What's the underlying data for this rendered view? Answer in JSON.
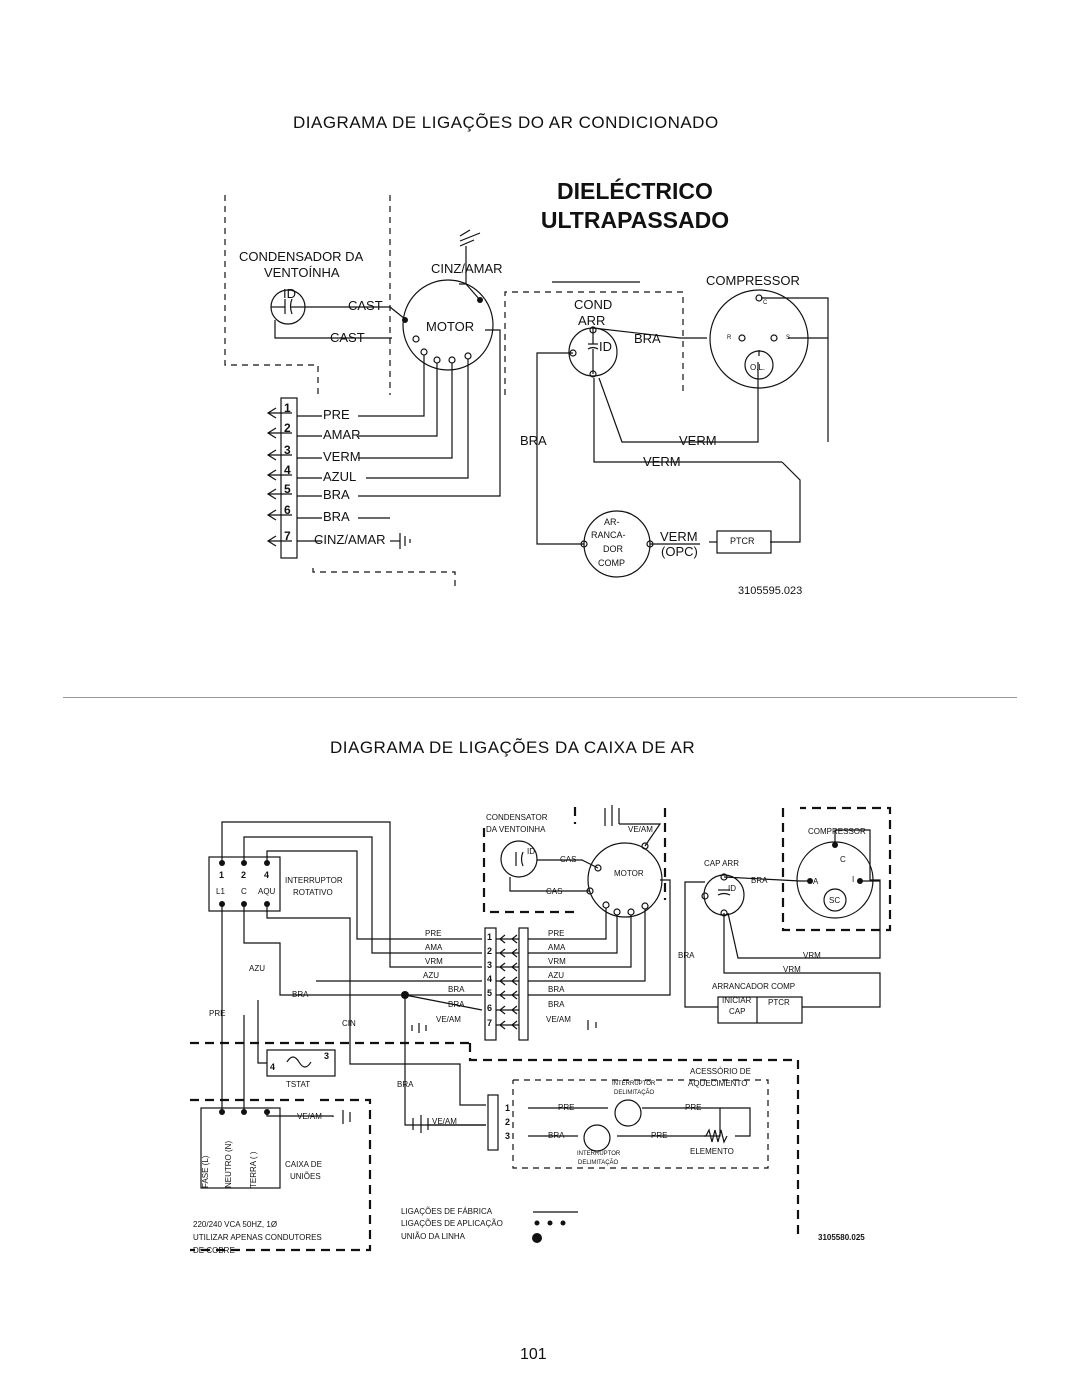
{
  "section1": {
    "title": "DIAGRAMA DE LIGAÇÕES DO AR CONDICIONADO",
    "stamp_line1": "DIELÉCTRICO",
    "stamp_line2": "ULTRAPASSADO",
    "labels": {
      "condensador": "CONDENSADOR DA",
      "ventoinha": "VENTOÍNHA",
      "id_fan": "ID",
      "cast1": "CAST",
      "cast2": "CAST",
      "cinz_amar_top": "CINZ/AMAR",
      "motor": "MOTOR",
      "compressor": "COMPRESSOR",
      "cond": "COND",
      "arr": "ARR",
      "id_cond": "ID",
      "bra_comp": "BRA",
      "comp_c": "C",
      "comp_r": "R",
      "comp_s": "S",
      "comp_ol": "O.L.",
      "bra_mid": "BRA",
      "verm1": "VERM",
      "verm2": "VERM",
      "ar_line1": "AR-",
      "ar_line2": "RANCA-",
      "ar_line3": "DOR",
      "ar_line4": "COMP",
      "verm_opc": "VERM",
      "opc": "(OPC)",
      "ptcr": "PTCR",
      "code": "3105595.023"
    },
    "terminal_numbers": [
      "1",
      "2",
      "3",
      "4",
      "5",
      "6",
      "7"
    ],
    "terminal_wires": [
      "PRE",
      "AMAR",
      "VERM",
      "AZUL",
      "BRA",
      "BRA",
      "CINZ/AMAR"
    ]
  },
  "section2": {
    "title": "DIAGRAMA DE LIGAÇÕES DA CAIXA DE AR",
    "labels": {
      "condensator": "CONDENSATOR",
      "da_ventoinha": "DA VENTOINHA",
      "ve_am_top": "VE/AM",
      "compressor": "COMPRESSOR",
      "id_fan": "ID",
      "cas1": "CAS",
      "cas2": "CAS",
      "motor": "MOTOR",
      "cap_arr": "CAP ARR",
      "id_cap": "ID",
      "bra_cap": "BRA",
      "comp_c": "C",
      "comp_a": "A",
      "comp_i": "I",
      "comp_sc": "SC",
      "sw_1": "1",
      "sw_2": "2",
      "sw_4": "4",
      "sw_l1": "L1",
      "sw_c": "C",
      "sw_aqu": "AQU",
      "interruptor": "INTERRUPTOR",
      "rotativo": "ROTATIVO",
      "azu": "AZU",
      "bra_left": "BRA",
      "pre_left": "PRE",
      "cin": "CIN",
      "bra_right": "BRA",
      "vrm1": "VRM",
      "vrm2": "VRM",
      "arrancador_comp": "ARRANCADOR COMP",
      "iniciar": "INICIAR",
      "cap": "CAP",
      "ptcr": "PTCR",
      "tstat": "TSTAT",
      "tstat_3": "3",
      "tstat_4": "4",
      "bra_lower": "BRA",
      "ve_am_box": "VE/AM",
      "fase": "FASE (L)",
      "neutro": "NEUTRO (N)",
      "terra": "TERRA (   )",
      "caixa_de": "CAIXA DE",
      "unioes": "UNIÕES",
      "ve_am_lower": "VE/AM",
      "interruptor_delim1": "INTERRUPTOR",
      "delimitacao1": "DELIMITAÇÃO",
      "acessorio": "ACESSÓRIO DE",
      "aquecimento": "AQUECIMENTO",
      "h1": "1",
      "h2": "2",
      "h3": "3",
      "pre_h1": "PRE",
      "pre_h2": "PRE",
      "bra_h": "BRA",
      "pre_h3": "PRE",
      "interruptor_delim2": "INTERRUPTOR",
      "delimitacao2": "DELIMITAÇÃO",
      "elemento": "ELEMENTO",
      "power1": "220/240 VCA 50HZ, 1Ø",
      "power2": "UTILIZAR APENAS CONDUTORES",
      "power3": "DE COBRE",
      "legend1": "LIGAÇÕES DE FÁBRICA",
      "legend2": "LIGAÇÕES DE APLICAÇÃO",
      "legend3": "UNIÃO DA LINHA",
      "code": "3105580.025"
    },
    "terminal_numbers": [
      "1",
      "2",
      "3",
      "4",
      "5",
      "6",
      "7"
    ],
    "terminal_left": [
      "PRE",
      "AMA",
      "VRM",
      "AZU",
      "BRA",
      "BRA",
      "VE/AM"
    ],
    "terminal_right": [
      "PRE",
      "AMA",
      "VRM",
      "AZU",
      "BRA",
      "BRA",
      "VE/AM"
    ]
  },
  "page_number": "101"
}
